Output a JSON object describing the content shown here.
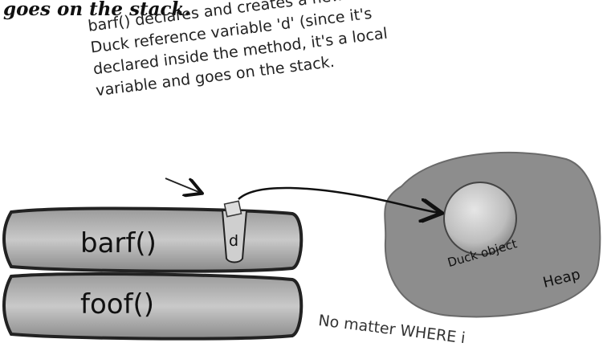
{
  "heading": "goes on the stack.",
  "annotation_lines": [
    "barf() declares and creates a new",
    "Duck reference variable 'd' (since it's",
    "declared inside the method, it's a local",
    "variable and goes on the stack."
  ],
  "stack": {
    "frames": [
      "barf()",
      "foof()"
    ],
    "variable": "d"
  },
  "heap": {
    "label": "Heap",
    "object_label": "Duck object"
  },
  "footer_text": "No matter WHERE i"
}
